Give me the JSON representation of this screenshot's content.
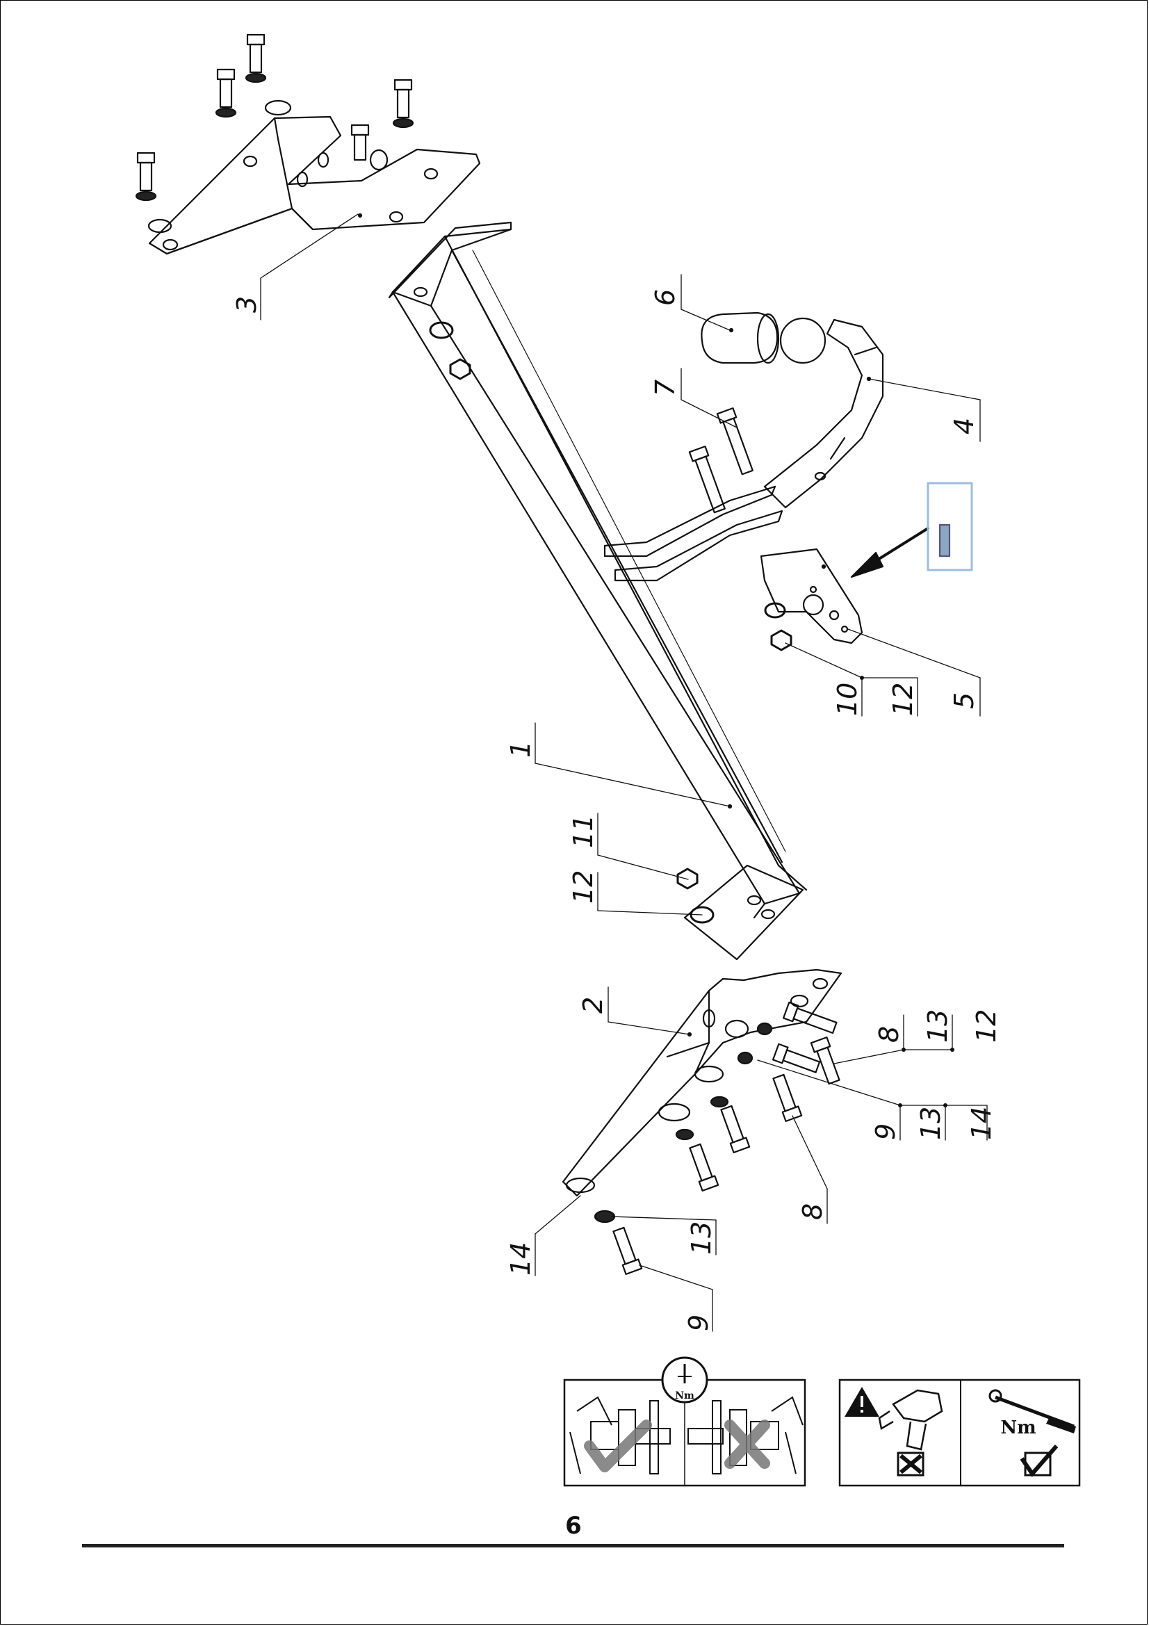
{
  "page": {
    "number": "6"
  },
  "parts": {
    "p1": "1",
    "p2": "2",
    "p3": "3",
    "p4": "4",
    "p5": "5",
    "p6": "6",
    "p7": "7",
    "p8a": "8",
    "p8b": "8",
    "p9a": "9",
    "p9b": "9",
    "p10": "10",
    "p11": "11",
    "p12a": "12",
    "p12b": "12",
    "p12c": "12",
    "p13a": "13",
    "p13b": "13",
    "p13c": "13",
    "p14a": "14",
    "p14b": "14"
  },
  "instructions": {
    "torque_unit_top": "Nm",
    "torque_unit_wrench": "Nm",
    "icons": [
      "torque-dial-icon",
      "warning-triangle-icon",
      "impact-wrench-icon",
      "cross-box-icon",
      "torque-wrench-icon",
      "check-box-icon"
    ]
  }
}
